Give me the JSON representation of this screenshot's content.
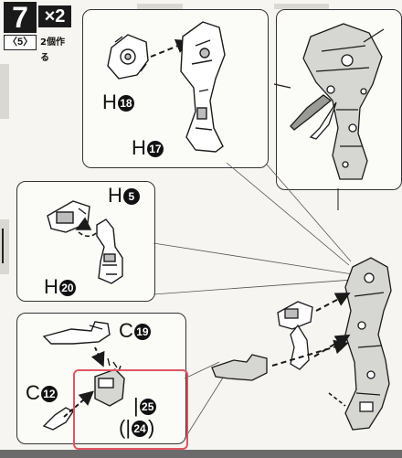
{
  "step": {
    "number": "7",
    "multiplier": "×2",
    "sub_step": "〈5〉",
    "note": "2個作る"
  },
  "labels": {
    "h18": {
      "letter": "H",
      "num": "18"
    },
    "h17": {
      "letter": "H",
      "num": "17"
    },
    "h5": {
      "letter": "H",
      "num": "5"
    },
    "h20": {
      "letter": "H",
      "num": "20"
    },
    "c19": {
      "letter": "C",
      "num": "19"
    },
    "c12": {
      "letter": "C",
      "num": "12"
    },
    "i25": {
      "letter": "|",
      "num": "25"
    },
    "i24": {
      "prefix": "(",
      "letter": "|",
      "num": "24",
      "suffix": ")"
    }
  },
  "colors": {
    "highlight": "#e05562",
    "ink": "#1a1a1a",
    "tone": "#bdbdbd"
  }
}
